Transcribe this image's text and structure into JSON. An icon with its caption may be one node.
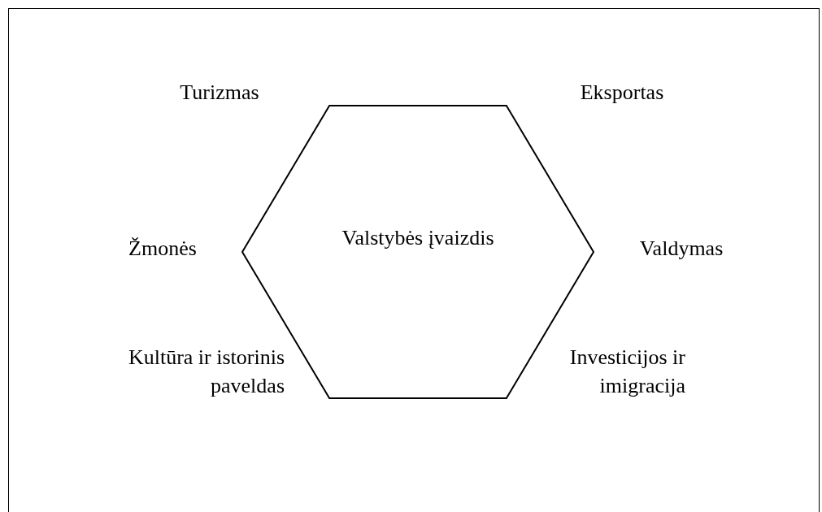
{
  "diagram": {
    "nodes": [
      {
        "text": [
          "Valstybės įvaizdis"
        ]
      }
    ],
    "labels": [
      "Turizmas",
      "Eksportas",
      "Žmonės",
      "Valdymas",
      "Kultūra ir istorinis paveldas",
      "Investicijos ir imigracija"
    ]
  }
}
